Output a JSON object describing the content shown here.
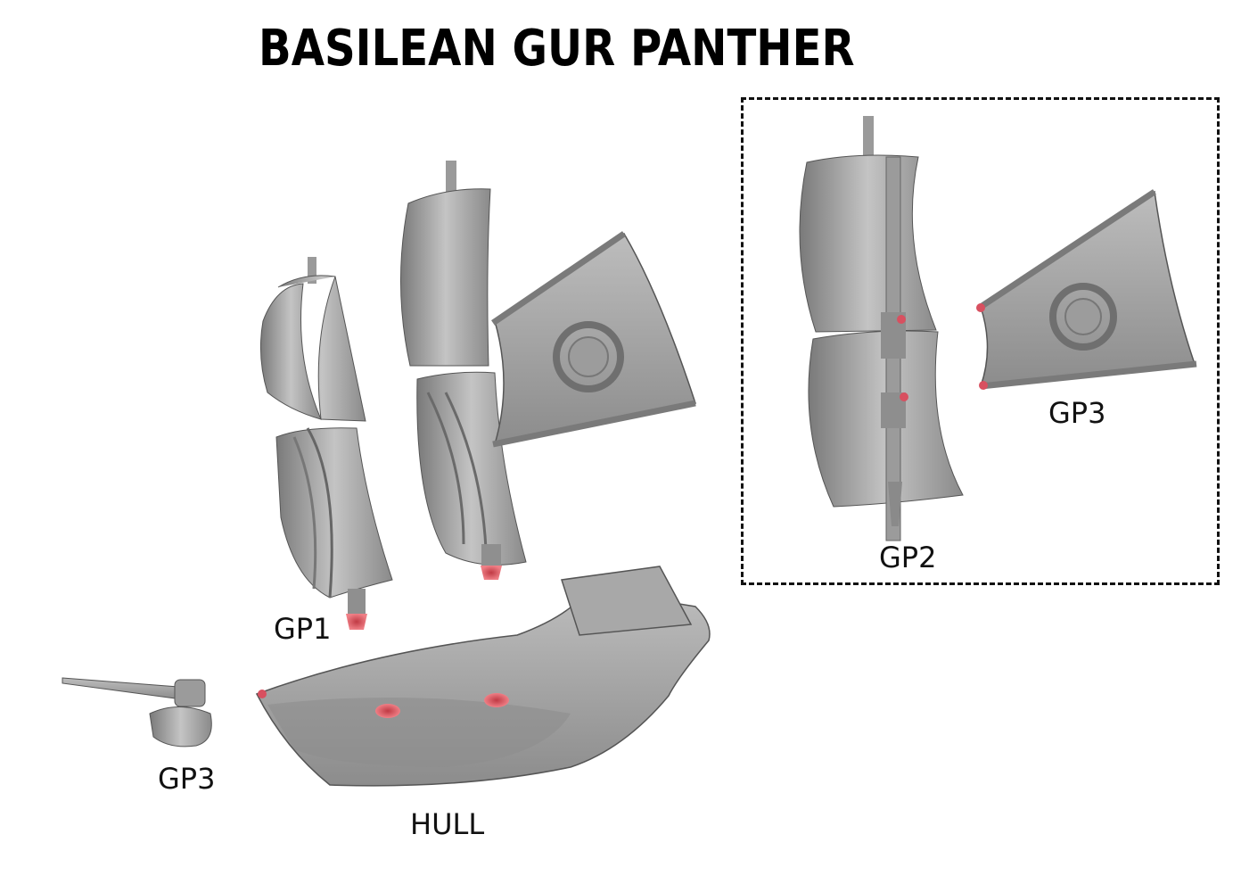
{
  "title": "BASILEAN GUR PANTHER",
  "labels": {
    "gp1": "GP1",
    "gp2": "GP2",
    "gp3_sail": "GP3",
    "gp3_cannon": "GP3",
    "hull": "HULL"
  },
  "colors": {
    "part_grey": "#a9a9a9",
    "part_dark": "#6f6f6f",
    "contact_red": "#e0575f",
    "border": "#111111"
  }
}
